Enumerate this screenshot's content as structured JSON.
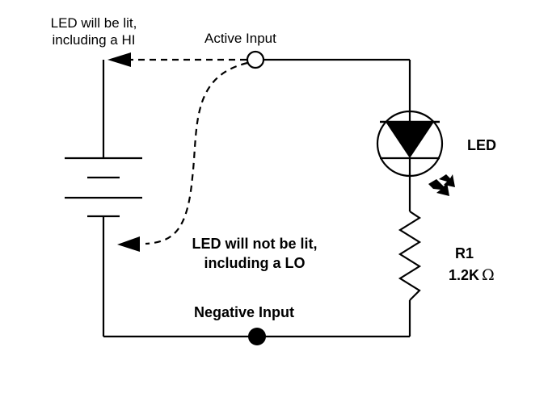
{
  "labels": {
    "led_hi_line1": "LED will be lit,",
    "led_hi_line2": "including a HI",
    "active_input": "Active Input",
    "led": "LED",
    "led_lo_line1": "LED will not be lit,",
    "led_lo_line2": "including a LO",
    "r1": "R1",
    "r1_value": "1.2K",
    "ohm": "Ω",
    "negative_input": "Negative Input"
  },
  "colors": {
    "line": "#000000",
    "background": "#ffffff"
  }
}
